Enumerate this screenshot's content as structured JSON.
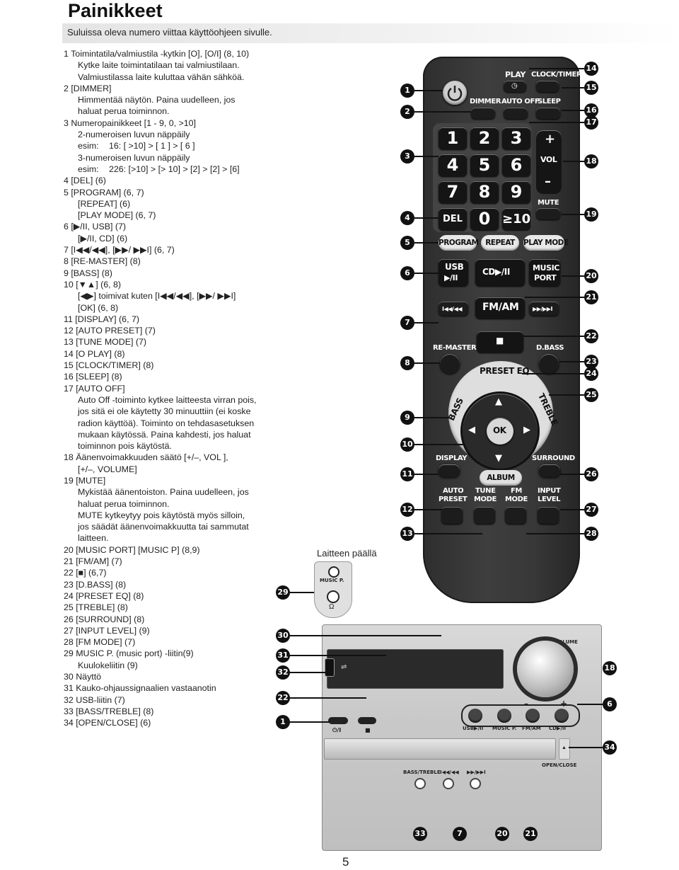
{
  "page": {
    "title": "Painikkeet",
    "subtitle": "Suluissa oleva numero viittaa käyttöohjeen sivulle.",
    "page_number": "5"
  },
  "legend_lines": [
    {
      "text": "1 Toimintatila/valmiustila -kytkin  [O], [O/I] (8, 10)",
      "style": "item"
    },
    {
      "text": "Kytke laite toimintatilaan tai valmiustilaan.",
      "style": "ind"
    },
    {
      "text": "Valmiustilassa laite kuluttaa vähän sähköä.",
      "style": "ind"
    },
    {
      "text": "2  [DIMMER]",
      "style": "item"
    },
    {
      "text": "Himmentää näytön. Paina uudelleen, jos",
      "style": "ind"
    },
    {
      "text": "haluat perua toiminnon.",
      "style": "ind"
    },
    {
      "text": "3  Numeropainikkeet [1 - 9, 0, >10]",
      "style": "item"
    },
    {
      "text": "2-numeroisen luvun näppäily",
      "style": "ind"
    },
    {
      "text": "3-numeroisen luvun näppäily",
      "style": "ind"
    },
    {
      "text": "4   [DEL] (6)",
      "style": "item"
    },
    {
      "text": "5   [PROGRAM] (6, 7)",
      "style": "item"
    },
    {
      "text": "[REPEAT] (6)",
      "style": "ind"
    },
    {
      "text": "[PLAY MODE] (6, 7)",
      "style": "ind"
    },
    {
      "text": "6   [▶/II, USB] (7)",
      "style": "item"
    },
    {
      "text": "[▶/II, CD] (6)",
      "style": "ind"
    },
    {
      "text": "7   [I◀◀/◀◀], [▶▶/ ▶▶I] (6, 7)",
      "style": "item"
    },
    {
      "text": "8   [RE-MASTER] (8)",
      "style": "item"
    },
    {
      "text": "9   [BASS] (8)",
      "style": "item"
    },
    {
      "text": "10  [▼▲] (6, 8)",
      "style": "item"
    },
    {
      "text": "[◀▶] toimivat kuten  [I◀◀/◀◀], [▶▶/ ▶▶I]",
      "style": "ind"
    },
    {
      "text": "[OK] (6, 8)",
      "style": "ind"
    },
    {
      "text": "11  [DISPLAY] (6, 7)",
      "style": "item"
    },
    {
      "text": "12  [AUTO PRESET] (7)",
      "style": "item"
    },
    {
      "text": "13  [TUNE MODE] (7)",
      "style": "item"
    },
    {
      "text": "14  [O PLAY] (8)",
      "style": "item"
    },
    {
      "text": "15  [CLOCK/TIMER] (8)",
      "style": "item"
    },
    {
      "text": "16  [SLEEP] (8)",
      "style": "item"
    },
    {
      "text": "17  [AUTO OFF]",
      "style": "item"
    },
    {
      "text": "Auto Off -toiminto kytkee laitteesta virran pois,",
      "style": "ind"
    },
    {
      "text": "jos sitä ei ole käytetty 30 minuuttiin (ei koske",
      "style": "ind"
    },
    {
      "text": "radion käyttöä). Toiminto on tehdasasetuksen",
      "style": "ind"
    },
    {
      "text": "mukaan käytössä. Paina kahdesti, jos haluat",
      "style": "ind"
    },
    {
      "text": "toiminnon pois käytöstä.",
      "style": "ind"
    },
    {
      "text": "18  Äänenvoimakkuuden säätö [+/–, VOL   ],",
      "style": "item"
    },
    {
      "text": "[+/–, VOLUME]",
      "style": "ind"
    },
    {
      "text": "19  [MUTE]",
      "style": "item"
    },
    {
      "text": "Mykistää äänentoiston. Paina uudelleen, jos",
      "style": "ind"
    },
    {
      "text": "haluat perua toiminnon.",
      "style": "ind"
    },
    {
      "text": "MUTE kytkeytyy pois käytöstä myös silloin,",
      "style": "ind"
    },
    {
      "text": "jos säädät äänenvoimakkuutta tai sammutat",
      "style": "ind"
    },
    {
      "text": "laitteen.",
      "style": "ind"
    },
    {
      "text": "20  [MUSIC PORT] [MUSIC P] (8,9)",
      "style": "item"
    },
    {
      "text": "21  [FM/AM] (7)",
      "style": "item"
    },
    {
      "text": "22  [■] (6,7)",
      "style": "item"
    },
    {
      "text": "23  [D.BASS] (8)",
      "style": "item"
    },
    {
      "text": "24  [PRESET EQ] (8)",
      "style": "item"
    },
    {
      "text": "25  [TREBLE] (8)",
      "style": "item"
    },
    {
      "text": "26  [SURROUND] (8)",
      "style": "item"
    },
    {
      "text": "27  [INPUT LEVEL] (9)",
      "style": "item"
    },
    {
      "text": "28  [FM MODE] (7)",
      "style": "item"
    },
    {
      "text": "29  MUSIC P. (music port) -liitin(9)",
      "style": "item"
    },
    {
      "text": "Kuulokeliitin (9)",
      "style": "ind"
    },
    {
      "text": "30  Näyttö",
      "style": "item"
    },
    {
      "text": "31  Kauko-ohjaussignaalien vastaanotin",
      "style": "item"
    },
    {
      "text": "32  USB-liitin (7)",
      "style": "item"
    },
    {
      "text": "33  [BASS/TREBLE] (8)",
      "style": "item"
    },
    {
      "text": "34  [OPEN/CLOSE] (6)",
      "style": "item"
    }
  ],
  "examples": {
    "ex1_label": "esim:",
    "ex1_value": "16: [ >10]  >   [ 1 ]  >  [ 6 ]",
    "ex2_label": "esim:",
    "ex2_value": "226: [>10] > [> 10] > [2] > [2] > [6]"
  },
  "remote": {
    "play": "PLAY",
    "clock_timer": "CLOCK/TIMER",
    "dimmer": "DIMMER",
    "auto_off": "AUTO OFF",
    "sleep": "SLEEP",
    "vol_plus": "+",
    "vol": "VOL",
    "vol_minus": "–",
    "mute": "MUTE",
    "del": "DEL",
    "gt10": "≥10",
    "program": "PROGRAM",
    "repeat": "REPEAT",
    "play_mode": "PLAY MODE",
    "usb": "USB",
    "usb_play": "▶/II",
    "cd_play": "CD▶/II",
    "music_port_1": "MUSIC",
    "music_port_2": "PORT",
    "prev": "I◀◀/◀◀",
    "fm_am": "FM/AM",
    "next": "▶▶/▶▶I",
    "stop": "■",
    "re_master": "RE-MASTER",
    "d_bass": "D.BASS",
    "preset_eq": "PRESET EQ",
    "bass": "BASS",
    "treble": "TREBLE",
    "up": "▲",
    "down": "▼",
    "left": "◀",
    "right": "▶",
    "ok": "OK",
    "display": "DISPLAY",
    "album": "ALBUM",
    "surround": "SURROUND",
    "auto_preset_1": "AUTO",
    "auto_preset_2": "PRESET",
    "tune_mode_1": "TUNE",
    "tune_mode_2": "MODE",
    "fm_mode_1": "FM",
    "fm_mode_2": "MODE",
    "input_level_1": "INPUT",
    "input_level_2": "LEVEL",
    "numbers": [
      "1",
      "2",
      "3",
      "4",
      "5",
      "6",
      "7",
      "8",
      "9",
      "0"
    ]
  },
  "device": {
    "top_label": "Laitteen päällä",
    "music_p": "MUSIC P.",
    "volume": "VOLUME",
    "vol_minus": "–",
    "vol_plus": "+",
    "power_label": "⏻/I",
    "stop_label": "■",
    "usb_btn": "USB▶/II",
    "music_p_btn": "MUSIC P.",
    "fm_am_btn": "FM/AM",
    "cd_btn": "CD▶/II",
    "open_close": "OPEN/CLOSE",
    "bass_treble": "BASS/TREBLE",
    "prev_next_1": "I◀◀/◀◀",
    "prev_next_2": "▶▶/▶▶I"
  },
  "callout_numbers": [
    "1",
    "2",
    "3",
    "4",
    "5",
    "6",
    "7",
    "8",
    "9",
    "10",
    "11",
    "12",
    "13",
    "14",
    "15",
    "16",
    "17",
    "18",
    "19",
    "20",
    "21",
    "22",
    "23",
    "24",
    "25",
    "26",
    "27",
    "28",
    "29",
    "30",
    "31",
    "32",
    "22",
    "1",
    "18",
    "6",
    "34",
    "33",
    "7",
    "20",
    "21"
  ],
  "colors": {
    "remote_body": "#333333",
    "button_dark": "#1c1c1c",
    "pill_light": "#e8e8e8",
    "callout": "#111111",
    "device_body": "#cccccc"
  }
}
